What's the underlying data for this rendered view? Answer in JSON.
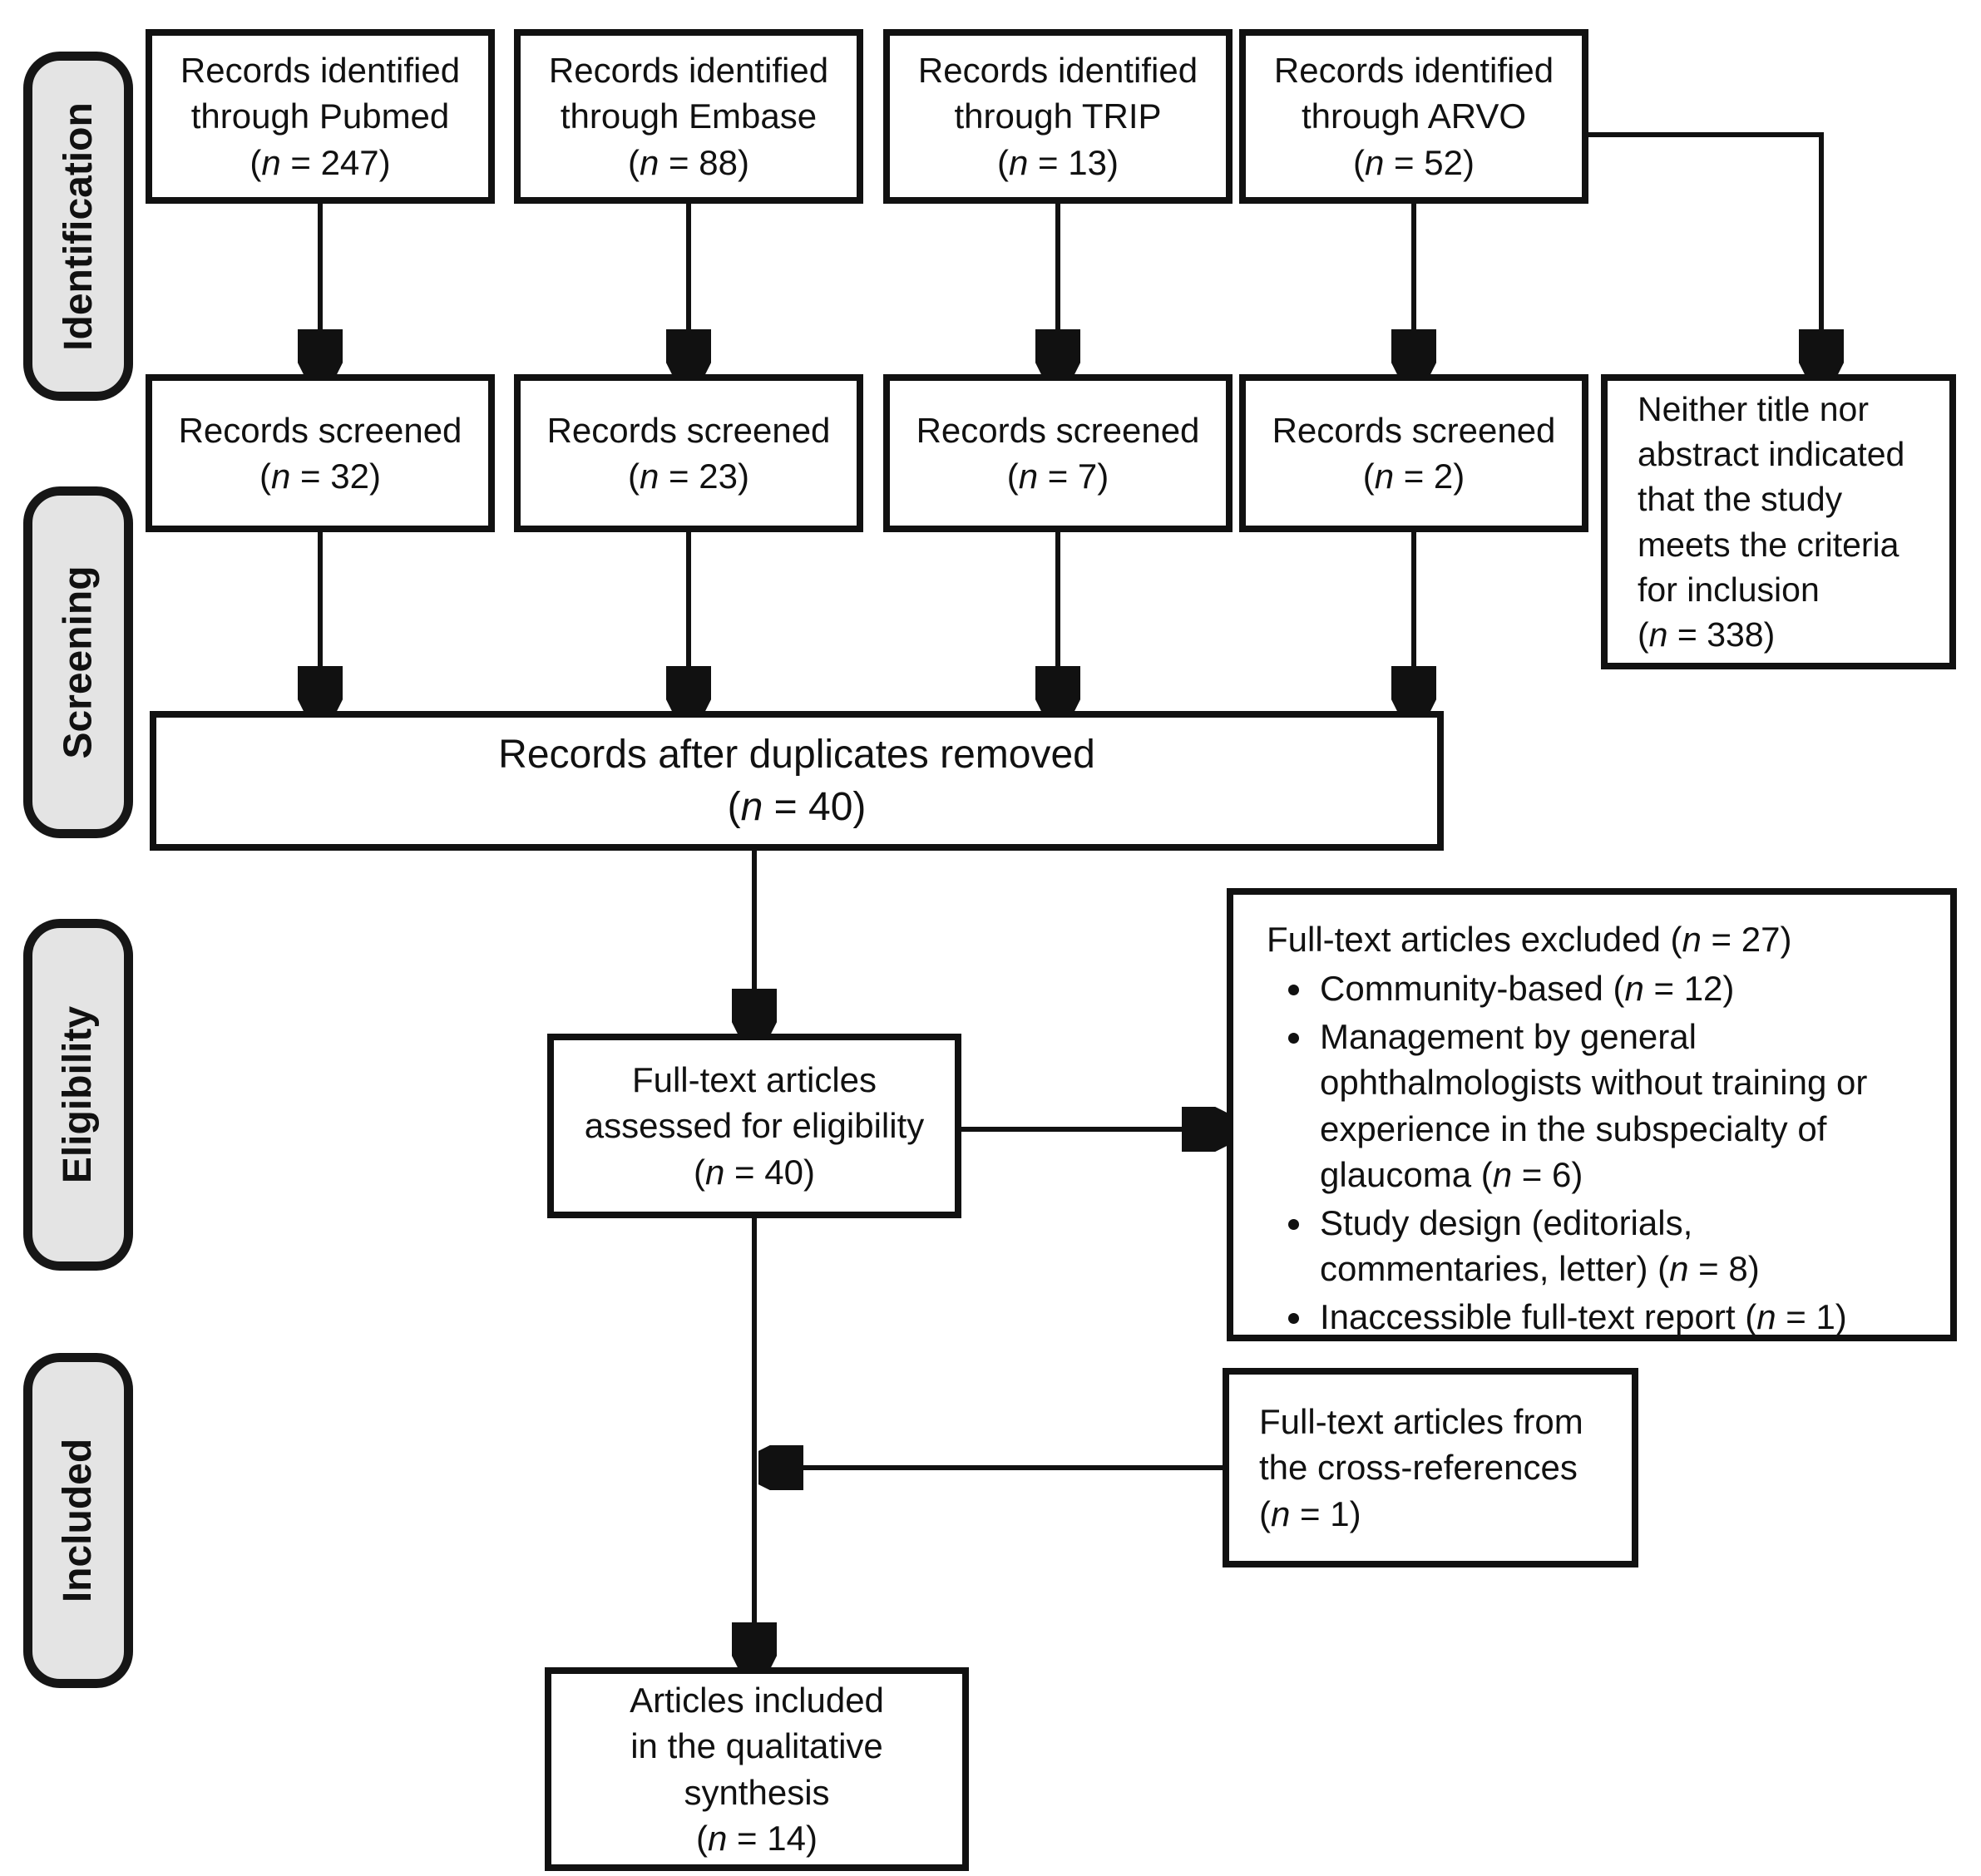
{
  "flow": {
    "stages": [
      {
        "label": "Identification"
      },
      {
        "label": "Screening"
      },
      {
        "label": "Eligibility"
      },
      {
        "label": "Included"
      }
    ],
    "identified": [
      {
        "lines": [
          "Records identified",
          "through Pubmed",
          "(n = 247)"
        ]
      },
      {
        "lines": [
          "Records identified",
          "through Embase",
          "(n = 88)"
        ]
      },
      {
        "lines": [
          "Records identified",
          "through TRIP",
          "(n = 13)"
        ]
      },
      {
        "lines": [
          "Records identified",
          "through ARVO",
          "(n = 52)"
        ]
      }
    ],
    "screened": [
      {
        "lines": [
          "Records screened",
          "(n = 32)"
        ]
      },
      {
        "lines": [
          "Records screened",
          "(n = 23)"
        ]
      },
      {
        "lines": [
          "Records screened",
          "(n = 7)"
        ]
      },
      {
        "lines": [
          "Records screened",
          "(n = 2)"
        ]
      }
    ],
    "not_meeting_criteria": {
      "lines": [
        "Neither title nor",
        "abstract indicated",
        "that the study",
        "meets the criteria",
        "for inclusion",
        "(n = 338)"
      ]
    },
    "after_duplicates": {
      "lines": [
        "Records after duplicates removed",
        "(n = 40)"
      ]
    },
    "assessed": {
      "lines": [
        "Full-text articles",
        "assessed for eligibility",
        "(n = 40)"
      ]
    },
    "excluded": {
      "title": "Full-text articles excluded (n = 27)",
      "reasons": [
        "Community-based (n = 12)",
        "Management by general ophthalmologists without training or experience in the subspecialty of glaucoma (n = 6)",
        "Study design (editorials, commentaries, letter) (n = 8)",
        "Inaccessible full-text report (n = 1)"
      ]
    },
    "cross_references": {
      "lines": [
        "Full-text articles from",
        "the cross-references",
        "(n = 1)"
      ]
    },
    "included_final": {
      "lines": [
        "Articles included",
        "in the qualitative",
        "synthesis",
        "(n = 14)"
      ]
    },
    "colors": {
      "background": "#ffffff",
      "box_border": "#111111",
      "stage_fill": "#e4e4e4",
      "line": "#111111"
    }
  }
}
